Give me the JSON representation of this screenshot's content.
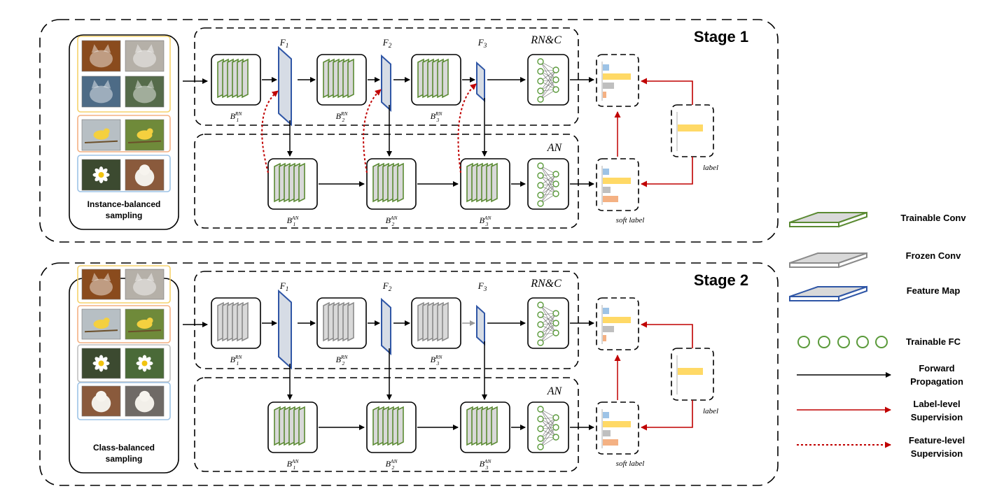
{
  "stages": [
    {
      "title": "Stage 1",
      "sampling_label": [
        "Instance-balanced",
        "sampling"
      ],
      "rn_label": "RN&C",
      "an_label": "AN",
      "label_box": "label",
      "soft_label": "soft label",
      "feature_labels": [
        {
          "base": "F",
          "sub": "1"
        },
        {
          "base": "F",
          "sub": "2"
        },
        {
          "base": "F",
          "sub": "3"
        }
      ],
      "rn_blocks": [
        {
          "base": "B",
          "sub": "1",
          "sup": "RN"
        },
        {
          "base": "B",
          "sub": "2",
          "sup": "RN"
        },
        {
          "base": "B",
          "sub": "3",
          "sup": "RN"
        }
      ],
      "an_blocks": [
        {
          "base": "B",
          "sub": "1",
          "sup": "AN"
        },
        {
          "base": "B",
          "sub": "2",
          "sup": "AN"
        },
        {
          "base": "B",
          "sub": "3",
          "sup": "AN"
        }
      ],
      "rn_conv_state": "trainable",
      "feature_supervision": true
    },
    {
      "title": "Stage 2",
      "sampling_label": [
        "Class-balanced",
        "sampling"
      ],
      "rn_label": "RN&C",
      "an_label": "AN",
      "label_box": "label",
      "soft_label": "soft label",
      "feature_labels": [
        {
          "base": "F",
          "sub": "1"
        },
        {
          "base": "F",
          "sub": "2"
        },
        {
          "base": "F",
          "sub": "3"
        }
      ],
      "rn_blocks": [
        {
          "base": "B",
          "sub": "1",
          "sup": "RN"
        },
        {
          "base": "B",
          "sub": "2",
          "sup": "RN"
        },
        {
          "base": "B",
          "sub": "3",
          "sup": "RN"
        }
      ],
      "an_blocks": [
        {
          "base": "B",
          "sub": "1",
          "sup": "AN"
        },
        {
          "base": "B",
          "sub": "2",
          "sup": "AN"
        },
        {
          "base": "B",
          "sub": "3",
          "sup": "AN"
        }
      ],
      "rn_conv_state": "frozen",
      "feature_supervision": false
    }
  ],
  "legend": {
    "trainable_conv": "Trainable Conv",
    "frozen_conv": "Frozen Conv",
    "feature_map": "Feature Map",
    "trainable_fc": "Trainable FC",
    "forward": [
      "Forward",
      "Propagation"
    ],
    "label_sup": [
      "Label-level",
      "Supervision"
    ],
    "feature_sup": [
      "Feature-level",
      "Supervision"
    ]
  },
  "colors": {
    "trainable": "#5a8a32",
    "frozen": "#8a8a8a",
    "feature": "#2f56a6",
    "fc": "#5a9a3a",
    "label_arrow": "#c00000",
    "bar_blue": "#9dc3e6",
    "bar_yellow": "#ffd966",
    "bar_gray": "#bfbfbf",
    "bar_orange": "#f4b183"
  },
  "icons": [
    "cat-photo-icon",
    "bird-photo-icon",
    "flower-photo-icon",
    "dog-photo-icon"
  ]
}
